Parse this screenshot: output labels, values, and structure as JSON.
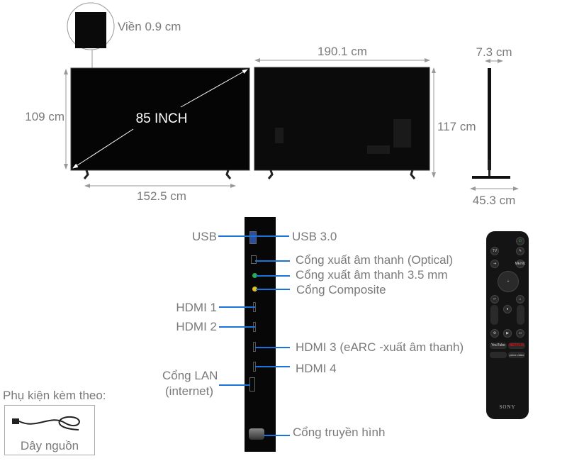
{
  "front": {
    "bezel_label": "Viền 0.9 cm",
    "height_label": "109 cm",
    "width_label": "152.5 cm",
    "diagonal_label": "85 INCH"
  },
  "back": {
    "width_label": "190.1 cm",
    "height_label": "117 cm"
  },
  "side": {
    "depth_label": "7.3 cm",
    "stand_depth_label": "45.3 cm"
  },
  "ports": {
    "usb_left": "USB",
    "usb_right": "USB 3.0",
    "optical": "Cổng xuất âm thanh (Optical)",
    "audio35": "Cổng xuất âm thanh 3.5 mm",
    "composite": "Cổng Composite",
    "hdmi1": "HDMI 1",
    "hdmi2": "HDMI 2",
    "hdmi3": "HDMI 3 (eARC -xuất âm thanh)",
    "hdmi4": "HDMI 4",
    "lan_line1": "Cổng LAN",
    "lan_line2": "(internet)",
    "antenna": "Cổng truyền hình",
    "colors": {
      "leader_line": "#1a73d9",
      "audio_jack": "#2eaa55",
      "composite_jack": "#e5c21a"
    }
  },
  "accessories": {
    "title": "Phụ kiện kèm theo:",
    "item": "Dây nguồn"
  },
  "remote": {
    "brand": "SONY",
    "tv": "TV",
    "menu": "MENU",
    "netflix": "NETFLIX",
    "youtube": "YouTube",
    "prime": "prime video"
  }
}
